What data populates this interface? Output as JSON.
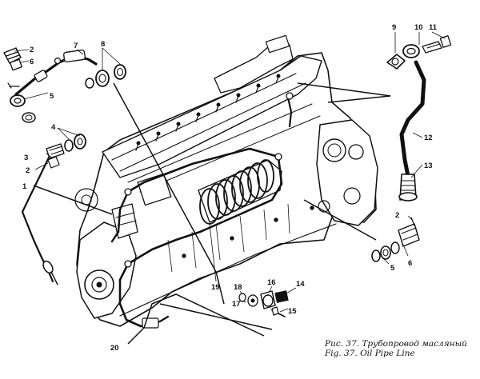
{
  "caption": {
    "ru": "Рис. 37. Трубопровод масляный",
    "en": "Fig. 37. Oil Pipe Line"
  },
  "callouts": {
    "c1": "1",
    "c2a": "2",
    "c2b": "2",
    "c2c": "2",
    "c3": "3",
    "c4": "4",
    "c5a": "5",
    "c5b": "5",
    "c6a": "6",
    "c6b": "6",
    "c7": "7",
    "c8": "8",
    "c9": "9",
    "c10": "10",
    "c11": "11",
    "c12": "12",
    "c13": "13",
    "c14": "14",
    "c15": "15",
    "c16": "16",
    "c17": "17",
    "c18": "18",
    "c19": "19",
    "c20": "20"
  }
}
